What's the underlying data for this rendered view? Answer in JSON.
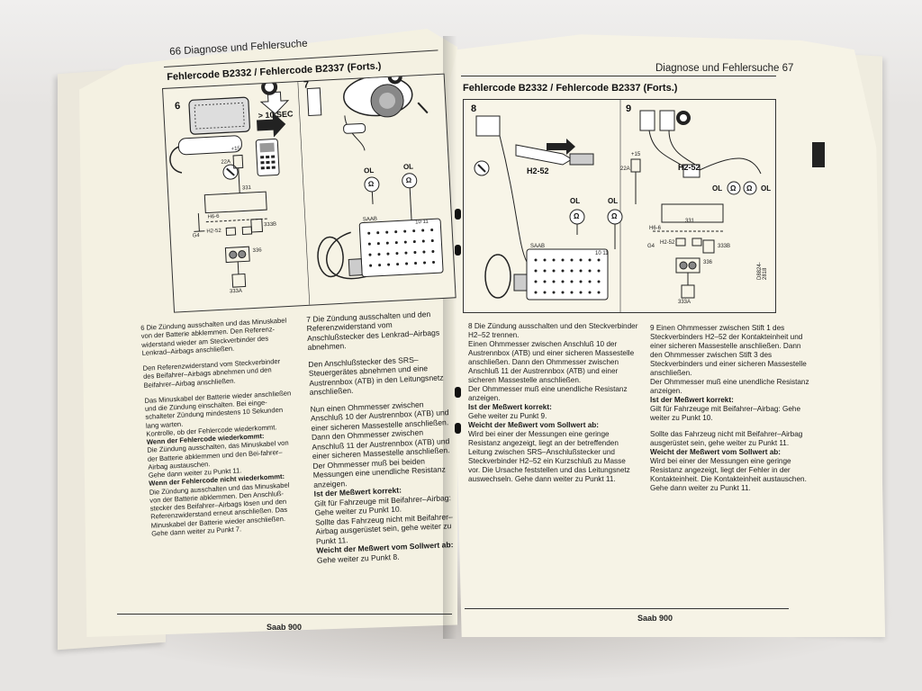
{
  "left_page": {
    "running_head": "66 Diagnose und Fehlersuche",
    "section_title": "Fehlercode B2332 / Fehlercode B2337 (Forts.)",
    "footer": "Saab 900",
    "figures": {
      "fig6": {
        "number": "6",
        "timer": "> 10 SEC",
        "labels": [
          "+15",
          "22A",
          "331",
          "H6-6",
          "G4",
          "H2-52",
          "333B",
          "336",
          "333A"
        ]
      },
      "fig7": {
        "number": "7",
        "labels": [
          "OL",
          "Ω",
          "OL",
          "Ω",
          "SAAB",
          "10 11"
        ]
      }
    },
    "col1": [
      "6  Die Zündung ausschalten und das Minuskabel von der Batterie abklemmen. Den Referenz-widerstand wieder am Steckverbinder des Lenkrad–Airbags anschließen.",
      "Den Referenzwiderstand vom Steckverbinder des Beifahrer–Airbags abnehmen und den Beifahrer–Airbag anschließen.",
      "Das Minuskabel der Batterie wieder anschließen und die Zündung einschalten. Bei einge-schalteter Zündung mindestens 10 Sekunden lang warten.",
      "Kontrolle, ob der Fehlercode wiederkommt.",
      "Wenn der Fehlercode wiederkommt:",
      "Die Zündung ausschalten, das Minuskabel von der Batterie abklemmen und den Bei-fahrer–Airbag austauschen.",
      "Gehe dann weiter zu Punkt 11.",
      "Wenn der Fehlercode nicht wiederkommt:",
      "Die Zündung ausschalten und das Minuskabel von der Batterie abklemmen. Den Anschluß-stecker des Beifahrer–Airbags lösen und den Referenzwiderstand erneut anschließen. Das Minuskabel der Batterie wieder anschließen.",
      "Gehe dann weiter zu Punkt 7."
    ],
    "col2": [
      "7  Die Zündung ausschalten und den Referenzwiderstand vom Anschlußstecker des Lenkrad–Airbags abnehmen.",
      "Den Anschlußstecker des SRS–Steuergerätes abnehmen und eine Austrennbox (ATB) in den Leitungsnetz anschließen.",
      "Nun einen Ohmmesser zwischen Anschluß 10 der Austrennbox (ATB) und einer sicheren Massestelle anschließen. Dann den Ohmmesser zwischen Anschluß 11 der Austrennbox (ATB) und einer sicheren Massestelle anschließen.",
      "Der Ohmmesser muß bei beiden Messungen eine unendliche Resistanz anzeigen.",
      "Ist der Meßwert korrekt:",
      "Gilt für Fahrzeuge mit Beifahrer–Airbag: Gehe weiter zu Punkt 10.",
      "Sollte das Fahrzeug nicht mit Beifahrer–Airbag ausgerüstet sein, gehe weiter zu Punkt 11.",
      "Weicht der Meßwert vom Sollwert ab:",
      "Gehe weiter zu Punkt 8."
    ]
  },
  "right_page": {
    "running_head": "Diagnose und Fehlersuche 67",
    "section_title": "Fehlercode B2332 / Fehlercode B2337 (Forts.)",
    "footer": "Saab 900",
    "figures": {
      "fig8": {
        "number": "8",
        "labels": [
          "H2-52",
          "OL",
          "Ω",
          "OL",
          "Ω",
          "SAAB",
          "10 11"
        ]
      },
      "fig9": {
        "number": "9",
        "labels": [
          "+15",
          "22A",
          "H2-52",
          "OL",
          "Ω",
          "Ω",
          "OL",
          "331",
          "H6-6",
          "G4",
          "H2-52",
          "333B",
          "336",
          "333A"
        ],
        "code": "D8824-2818"
      }
    },
    "col3": [
      "8  Die Zündung ausschalten und den Steckverbinder H2–52 trennen.",
      "Einen Ohmmesser zwischen Anschluß 10 der Austrennbox (ATB) und einer sicheren Massestelle anschließen. Dann den Ohmmesser zwischen Anschluß 11 der Austrennbox (ATB) und einer sicheren Massestelle anschließen.",
      "Der Ohmmesser muß eine unendliche Resistanz anzeigen.",
      "Ist der Meßwert korrekt:",
      "Gehe weiter zu Punkt 9.",
      "Weicht der Meßwert vom Sollwert ab:",
      "Wird bei einer der Messungen eine geringe Resistanz angezeigt, liegt an der betreffenden Leitung zwischen SRS–Anschlußstecker und Steckverbinder H2–52 ein Kurzschluß zu Masse vor. Die Ursache feststellen und das Leitungsnetz auswechseln. Gehe dann weiter zu Punkt 11."
    ],
    "col4": [
      "9  Einen Ohmmesser zwischen Stift 1 des Steckverbinders H2–52 der Kontakteinheit und einer sicheren Massestelle anschließen. Dann den Ohmmesser zwischen Stift 3 des Steckverbinders und einer sicheren Massestelle anschließen.",
      "Der Ohmmesser muß eine unendliche Resistanz anzeigen.",
      "Ist der Meßwert korrekt:",
      "Gilt für Fahrzeuge mit Beifahrer–Airbag: Gehe weiter zu Punkt 10.",
      "Sollte das Fahrzeug nicht mit Beifahrer–Airbag ausgerüstet sein, gehe weiter zu Punkt 11.",
      "Weicht der Meßwert vom Sollwert ab:",
      "Wird bei einer der Messungen eine geringe Resistanz angezeigt, liegt der Fehler in der Kontakteinheit. Die Kontakteinheit austauschen. Gehe dann weiter zu Punkt 11."
    ]
  },
  "colors": {
    "paper": "#f5f2e4",
    "ink": "#1a1a1a",
    "tab": "#222222"
  }
}
